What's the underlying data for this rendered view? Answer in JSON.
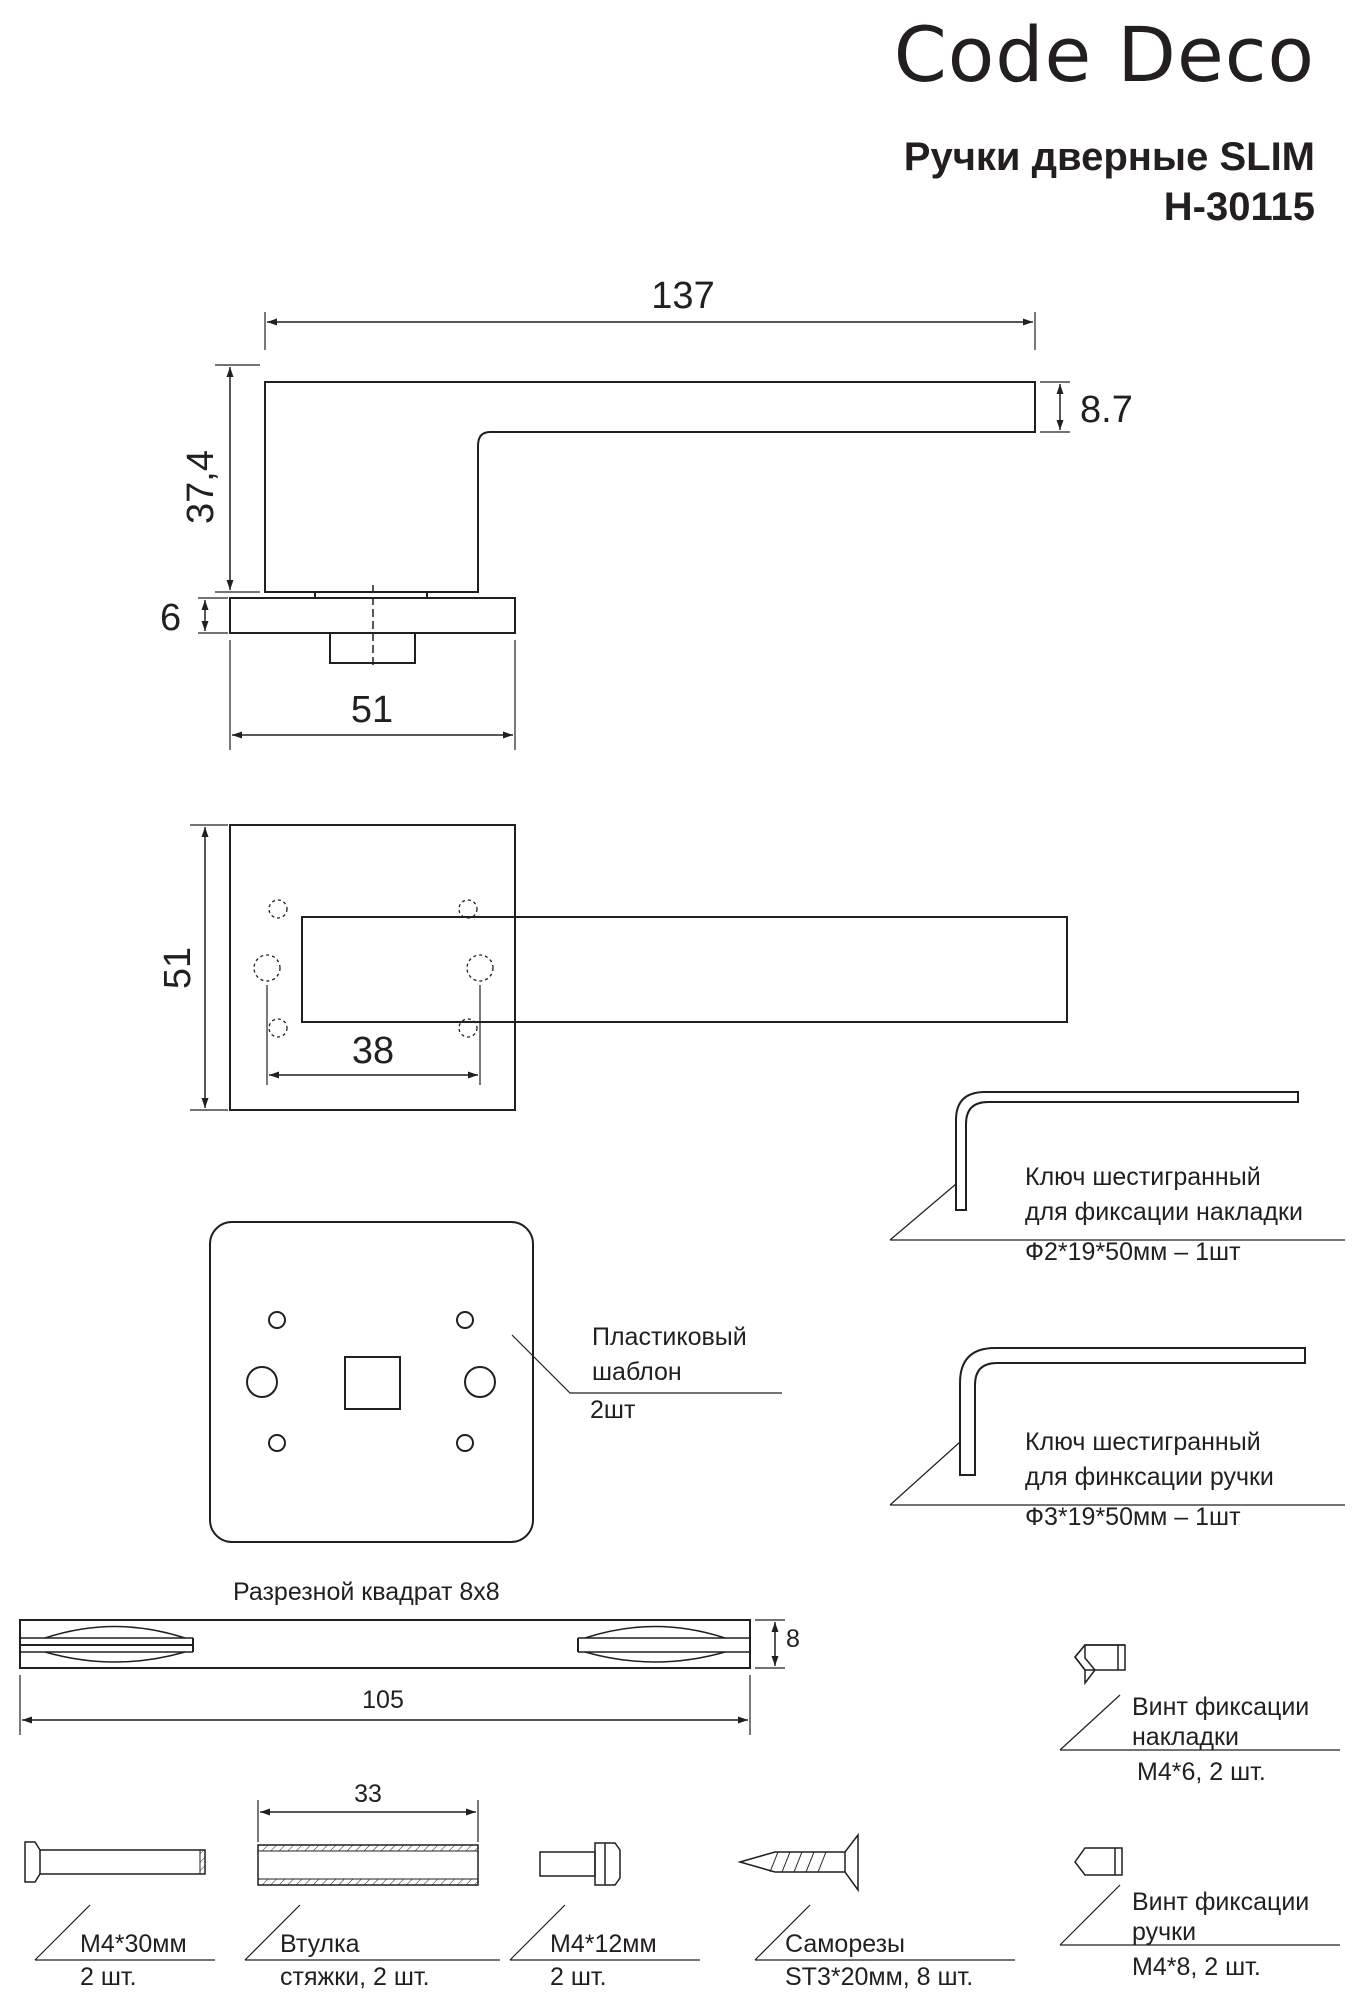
{
  "header": {
    "brand": "Code Deco",
    "product": "Ручки дверные SLIM",
    "model": "H-30115"
  },
  "dimensions": {
    "lever_length": "137",
    "lever_thickness": "8.7",
    "lever_height": "37,4",
    "rose_thickness": "6",
    "rose_width": "51",
    "rose_height": "51",
    "hole_spacing": "38",
    "spindle_height": "8",
    "spindle_length": "105",
    "bushing_length": "33"
  },
  "parts": {
    "hex_key_1": {
      "line1": "Ключ шестигранный",
      "line2": "для фиксации накладки",
      "spec": "Ф2*19*50мм – 1шт"
    },
    "hex_key_2": {
      "line1": "Ключ шестигранный",
      "line2": "для финксации ручки",
      "spec": "Ф3*19*50мм – 1шт"
    },
    "template": {
      "line1": "Пластиковый",
      "line2": "шаблон",
      "spec": "2шт"
    },
    "spindle": {
      "label": "Разрезной квадрат 8х8"
    },
    "screw_rose": {
      "line1": "Винт фиксации",
      "line2": "накладки",
      "spec": "М4*6, 2 шт."
    },
    "screw_handle": {
      "line1": "Винт фиксации",
      "line2": "ручки",
      "spec": "М4*8, 2 шт."
    },
    "bolt_long": {
      "line1": "М4*30мм",
      "line2": "2 шт."
    },
    "bushing": {
      "line1": "Втулка",
      "line2": "стяжки, 2 шт."
    },
    "bolt_short": {
      "line1": "М4*12мм",
      "line2": "2 шт."
    },
    "self_tapping": {
      "line1": "Саморезы",
      "line2": "ST3*20мм, 8 шт."
    }
  },
  "colors": {
    "ink": "#231f20"
  }
}
